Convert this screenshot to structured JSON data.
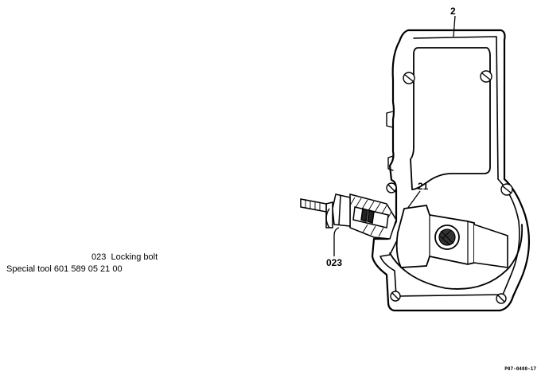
{
  "captions": {
    "line1": "023  Locking bolt",
    "line2": "Special tool 601 589 05 21 00"
  },
  "callouts": {
    "housing": "2",
    "part": "21",
    "bolt": "023"
  },
  "figure_code": "P07-0480-17",
  "colors": {
    "ink": "#000000",
    "paper": "#ffffff"
  }
}
